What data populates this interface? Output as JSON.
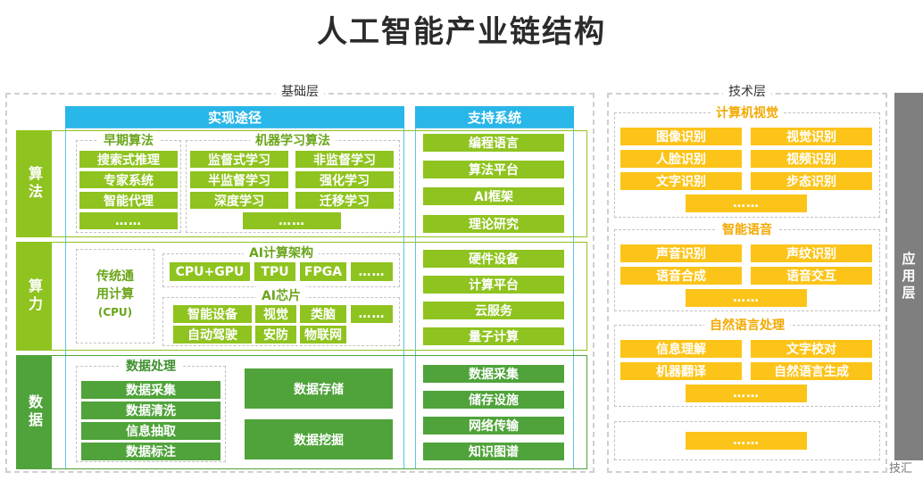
{
  "title": "人工智能产业链结构",
  "foundation": {
    "label": "基础层",
    "implementation_header": "实现途径",
    "support_header": "支持系统",
    "rows": {
      "algorithm": "算法",
      "compute": "算力",
      "data": "数据"
    },
    "early_algorithms": {
      "label": "早期算法",
      "items": [
        "搜索式推理",
        "专家系统",
        "智能代理",
        "……"
      ]
    },
    "ml_algorithms": {
      "label": "机器学习算法",
      "items": [
        "监督式学习",
        "非监督学习",
        "半监督学习",
        "强化学习",
        "深度学习",
        "迁移学习",
        "……"
      ]
    },
    "general_compute": {
      "line1": "传统通",
      "line2": "用计算",
      "line3": "(CPU)"
    },
    "ai_arch": {
      "label": "AI计算架构",
      "items": [
        "CPU+GPU",
        "TPU",
        "FPGA",
        "……"
      ]
    },
    "ai_chip": {
      "label": "AI芯片",
      "items": [
        "智能设备",
        "视觉",
        "类脑",
        "……",
        "自动驾驶",
        "安防",
        "物联网"
      ]
    },
    "data_processing": {
      "label": "数据处理",
      "items": [
        "数据采集",
        "数据清洗",
        "信息抽取",
        "数据标注"
      ]
    },
    "data_storage": "数据存储",
    "data_mining": "数据挖掘",
    "support_items": [
      "编程语言",
      "算法平台",
      "AI框架",
      "理论研究",
      "硬件设备",
      "计算平台",
      "云服务",
      "量子计算",
      "数据采集",
      "储存设施",
      "网络传输",
      "知识图谱"
    ]
  },
  "technology": {
    "label": "技术层",
    "cv": {
      "label": "计算机视觉",
      "items": [
        "图像识别",
        "视觉识别",
        "人脸识别",
        "视频识别",
        "文字识别",
        "步态识别",
        "……"
      ]
    },
    "speech": {
      "label": "智能语音",
      "items": [
        "声音识别",
        "声纹识别",
        "语音合成",
        "语音交互",
        "……"
      ]
    },
    "nlp": {
      "label": "自然语言处理",
      "items": [
        "信息理解",
        "文字校对",
        "机器翻译",
        "自然语言生成",
        "……"
      ]
    },
    "extra": "……"
  },
  "application": {
    "label": "应用层"
  },
  "watermark": "技汇",
  "colors": {
    "green_light": "#8fc31f",
    "green_dark": "#4fa33a",
    "yellow": "#fcc419",
    "blue_header": "#29b6e8",
    "gray_app": "#7f7f7f"
  }
}
